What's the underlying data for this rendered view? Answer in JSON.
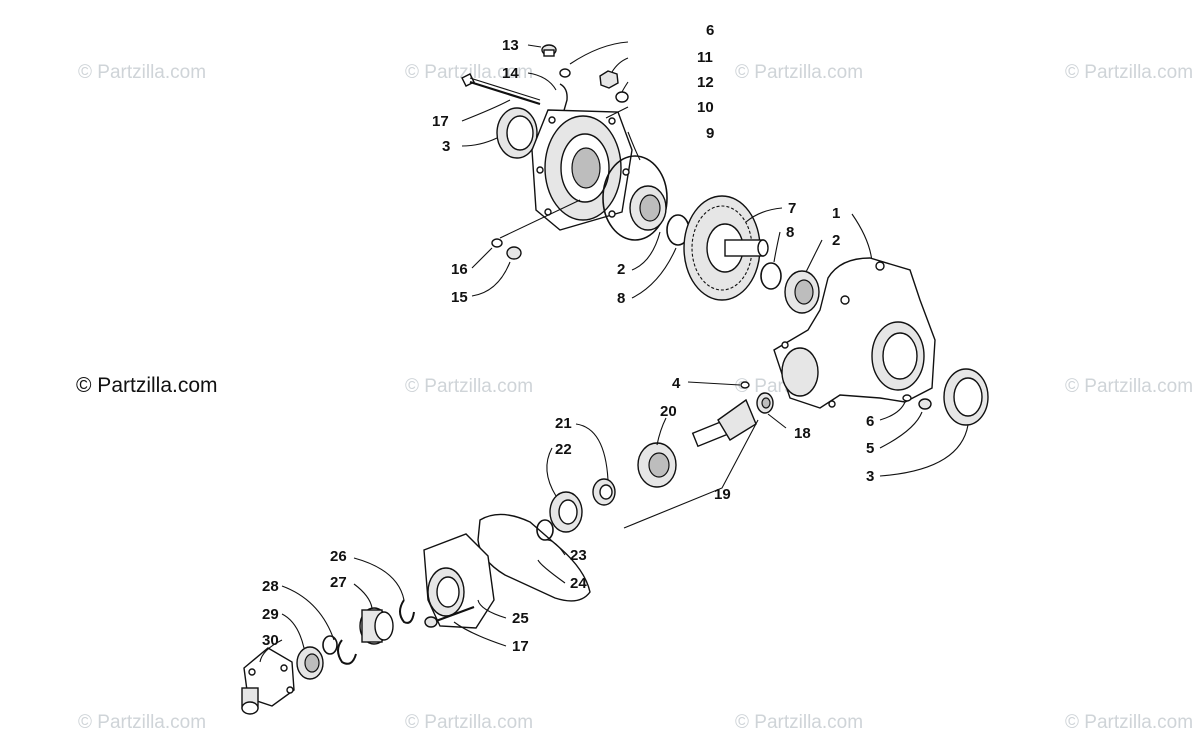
{
  "watermarks": [
    {
      "id": "wm-1",
      "text": "© Partzilla.com"
    },
    {
      "id": "wm-2",
      "text": "© Partzilla.com"
    },
    {
      "id": "wm-3",
      "text": "© Partzilla.com"
    },
    {
      "id": "wm-4",
      "text": "© Partzilla.com"
    },
    {
      "id": "wm-5",
      "text": "© Partzilla.com"
    },
    {
      "id": "wm-6",
      "text": "© Partzilla.com"
    },
    {
      "id": "wm-7",
      "text": "© Partzilla.com"
    },
    {
      "id": "wm-8",
      "text": "© Partzilla.com"
    },
    {
      "id": "wm-9",
      "text": "© Partzilla.com"
    },
    {
      "id": "wm-10",
      "text": "© Partzilla.com"
    },
    {
      "id": "wm-11",
      "text": "© Partzilla.com"
    }
  ],
  "main_watermark": "© Partzilla.com",
  "callouts": [
    "13",
    "6",
    "14",
    "11",
    "12",
    "17",
    "10",
    "3",
    "9",
    "7",
    "1",
    "8",
    "2",
    "16",
    "15",
    "2",
    "8",
    "4",
    "20",
    "21",
    "18",
    "6",
    "5",
    "22",
    "3",
    "19",
    "23",
    "24",
    "26",
    "27",
    "28",
    "25",
    "29",
    "17",
    "30"
  ]
}
